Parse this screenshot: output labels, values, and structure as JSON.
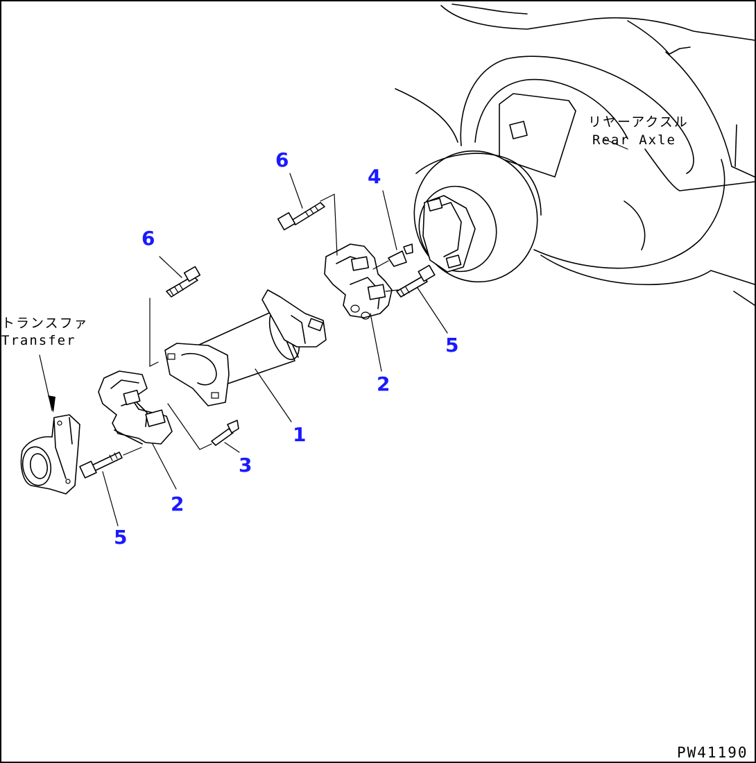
{
  "labels": {
    "rear_axle_jp": "リヤーアクスル",
    "rear_axle_en": "Rear Axle",
    "transfer_jp": "トランスファ",
    "transfer_en": "Transfer"
  },
  "callouts": {
    "shaft": "1",
    "cross_front": "2",
    "cross_rear": "2",
    "grease_front": "3",
    "grease_rear": "4",
    "bolt_front_5": "5",
    "bolt_rear_5": "5",
    "bolt_front_6": "6",
    "bolt_rear_6": "6"
  },
  "drawing_code": "PW41190"
}
